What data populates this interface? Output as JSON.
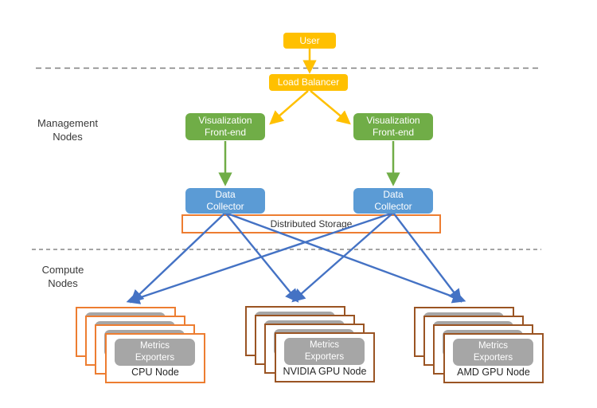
{
  "diagram": {
    "sections": {
      "management": {
        "label": "Management\nNodes"
      },
      "compute": {
        "label": "Compute\nNodes"
      }
    },
    "nodes": {
      "user": {
        "label": "User"
      },
      "load_balancer": {
        "label": "Load Balancer"
      },
      "viz_frontend_left": {
        "label": "Visualization\nFront-end"
      },
      "viz_frontend_right": {
        "label": "Visualization\nFront-end"
      },
      "data_collector_left": {
        "label": "Data\nCollector"
      },
      "data_collector_right": {
        "label": "Data\nCollector"
      },
      "distributed_storage": {
        "label": "Distributed Storage"
      }
    },
    "stacks": [
      {
        "node_label": "CPU Node",
        "exporter_label": "Metrics\nExporters",
        "border_color": "#ED7D31",
        "layers": 4
      },
      {
        "node_label": "NVIDIA GPU Node",
        "exporter_label": "Metrics\nExporters",
        "border_color": "#9A5423",
        "layers": 4
      },
      {
        "node_label": "AMD GPU Node",
        "exporter_label": "Metrics\nExporters",
        "border_color": "#9A5423",
        "layers": 4
      }
    ],
    "colors": {
      "user_fill": "#FFC000",
      "frontend_fill": "#70AD47",
      "collector_fill": "#5B9BD5",
      "storage_border": "#ED7D31",
      "exporter_fill": "#A6A6A6",
      "arrow_yellow": "#FFC000",
      "arrow_green": "#70AD47",
      "arrow_blue": "#4472C4",
      "dashed_line": "#7F7F7F"
    }
  }
}
